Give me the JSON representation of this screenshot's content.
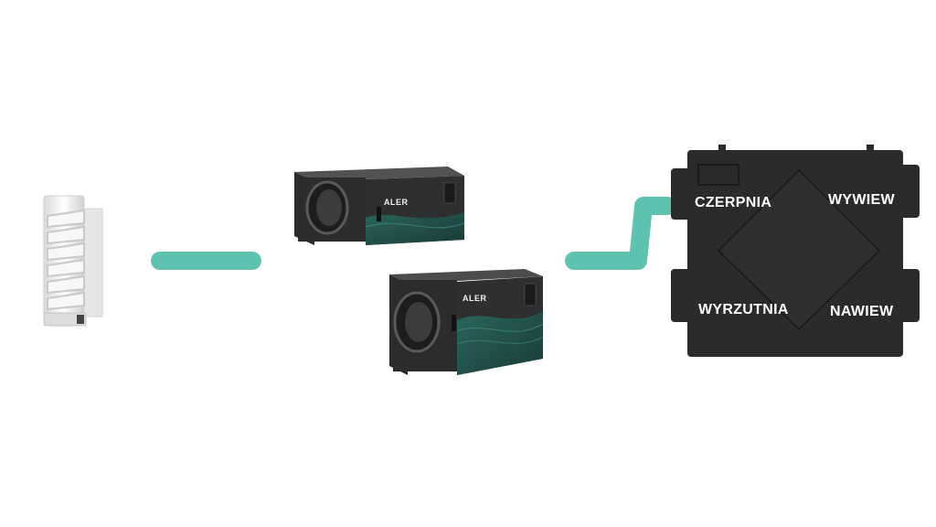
{
  "colors": {
    "connector": "#5fc2b0",
    "unit_body": "#2b2b2d",
    "unit_side": "#3a3b3d",
    "unit_front_green": "#1e4a44",
    "grille": "#f1f1f1"
  },
  "icons": [
    "air-grille-icon",
    "duct-fan-unit-icon",
    "recuperator-unit-icon"
  ],
  "fan_units": {
    "top_brand": "ALER",
    "bottom_brand": "ALER"
  },
  "recuperator": {
    "ports": {
      "top_left": "CZERPNIA",
      "top_right": "WYWIEW",
      "bottom_left": "WYRZUTNIA",
      "bottom_right": "NAWIEW"
    }
  }
}
